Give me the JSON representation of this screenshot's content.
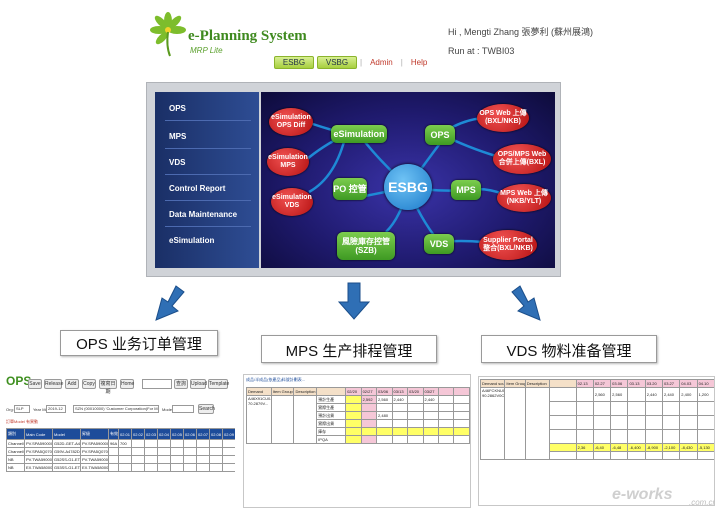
{
  "header": {
    "app_title": "e-Planning System",
    "app_subtitle": "MRP Lite",
    "user_greeting": "Hi , Mengti Zhang 張夢利 (蘇州展鴻)",
    "run_at": "Run at : TWBI03",
    "nav_tabs": [
      "ESBG",
      "VSBG"
    ],
    "nav_links": [
      "Admin",
      "Help"
    ]
  },
  "sidebar": {
    "items": [
      "OPS",
      "MPS",
      "VDS",
      "Control Report",
      "Data Maintenance",
      "eSimulation"
    ]
  },
  "diagram": {
    "center": "ESBG",
    "hubs": [
      "eSimulation",
      "OPS",
      "MPS",
      "VDS",
      "PO 控管",
      "風險庫存控管\n(SZB)"
    ],
    "red_nodes": [
      "eSimulation\nOPS Diff",
      "eSimulation\nMPS",
      "eSimulation\nVDS",
      "OPS Web 上傳\n(BXL/NKB)",
      "OPS/MPS Web\n合併上傳(BXL)",
      "MPS Web 上傳\n(NKB/YLT)",
      "Supplier Portal\n整合(BXL/NKB)"
    ]
  },
  "modules": {
    "ops_label": "OPS 业务订单管理",
    "mps_label": "MPS 生产排程管理",
    "vds_label": "VDS 物料准备管理"
  },
  "ops_thumb": {
    "brand": "OPS",
    "buttons": [
      "Save",
      "Release",
      "Add",
      "Copy",
      "複寫日期",
      "Home"
    ],
    "right_buttons": [
      "查詢",
      "Upload",
      "Template"
    ],
    "filter_org_label": "Org:",
    "filter_org_value": "SLP",
    "filter_month_label": "Year Month:",
    "filter_month_value": "2019-12",
    "filter_customer_value": "SZN (00010000) 'Customer Corporation(For MES)'",
    "filter_model_label": "Model:",
    "search_button": "Search",
    "note": "訂單Model 有異動",
    "columns": [
      "類別",
      "Main Code",
      "Model",
      "昇級",
      "有效",
      "02.01",
      "02.02",
      "02.03",
      "02.04",
      "02.05",
      "02.06",
      "02.07",
      "02.08",
      "02.09"
    ],
    "rows": [
      [
        "Channel/Standing",
        "PV.SPA5900000",
        "G52D-GET-A426",
        "PV.SPA5900000",
        "96A",
        "700"
      ],
      [
        "Channel/Standing",
        "PV.SPA5Q070000",
        "G59V-A4782D1-00",
        "PV.SPA5Q070000",
        "",
        ""
      ],
      [
        "NB",
        "PV.TWA5900000",
        "G52SS-G1-ET-83",
        "PV.TWA5900000",
        "",
        ""
      ],
      [
        "NB",
        "EX.TWA5800000C",
        "G53SS-G1-ET-84",
        "EX.TWA5800000C",
        "",
        ""
      ]
    ]
  },
  "mps_thumb": {
    "title": "成品/半成品(依產品)料號計劃表...",
    "header_cells": [
      "Demand",
      "Item Group",
      "Description"
    ],
    "weeks": [
      "02/20",
      "02/27",
      "03/06",
      "03/13",
      "03/20",
      "03/27"
    ],
    "item_code": "A46X91CU0-70.2879V...",
    "row_labels": [
      "預計生產",
      "實際生產",
      "預計出貨",
      "實際出貨",
      "庫存",
      "IPQA"
    ],
    "values": [
      "2,592",
      "2,560",
      "2,440",
      "2,440",
      "2,480"
    ]
  },
  "vds_thumb": {
    "header_cells": [
      "Demand source",
      "Item Group",
      "Description"
    ],
    "weeks": [
      "02.13",
      "02.27",
      "03.06",
      "03.13",
      "03.20",
      "03.27",
      "04.03",
      "04.10"
    ],
    "item_code": "A46FCKNU0-90.2862V0C...",
    "values": [
      "2,560",
      "2,560",
      "2,440",
      "2,440",
      "2,400",
      "1,200"
    ],
    "bottom_values": [
      "2,36",
      "-6,40",
      "-6,48",
      "-6,400",
      "-8,900",
      "-2,100",
      "-8,430",
      "-5,130"
    ]
  },
  "watermark": {
    "brand": "e-works",
    "suffix": ".com.cn"
  },
  "colors": {
    "accent_green": "#3f8a1f",
    "sidebar_blue": "#1a2f66",
    "hub_blue": "#1a79c9",
    "node_red": "#b51010",
    "grid_header": "#1d4c9a"
  }
}
